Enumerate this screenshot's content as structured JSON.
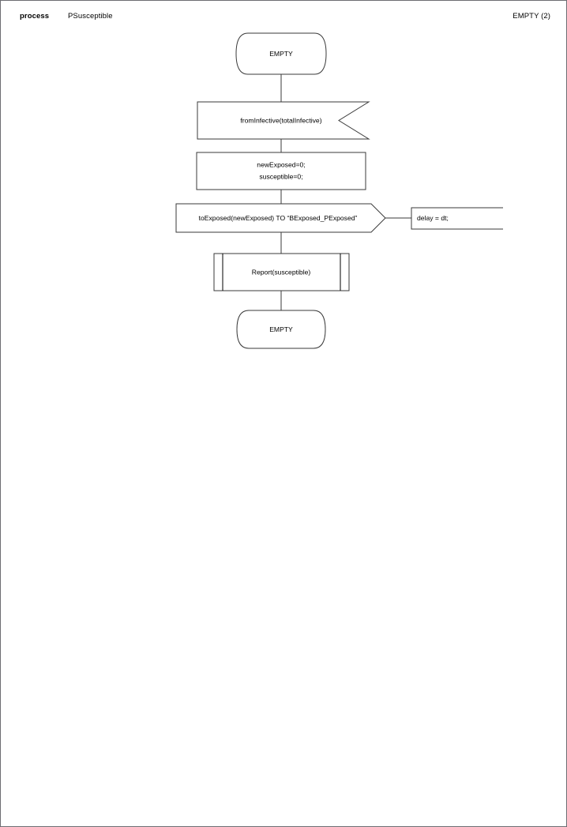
{
  "header": {
    "keyword": "process",
    "process_name": "PSusceptible",
    "right_label": "EMPTY (2)"
  },
  "diagram": {
    "type": "flowchart",
    "orientation": "top-to-bottom",
    "nodes": [
      {
        "id": "start",
        "shape": "terminator",
        "label": "EMPTY"
      },
      {
        "id": "receive",
        "shape": "input-flag",
        "label": "fromInfective(totalInfective)"
      },
      {
        "id": "assign",
        "shape": "rectangle",
        "line1": "newExposed=0;",
        "line2": "susceptible=0;"
      },
      {
        "id": "send",
        "shape": "output-pentagon",
        "label": "toExposed(newExposed) TO “BExposed_PExposed”"
      },
      {
        "id": "comment",
        "shape": "annotation-bracket",
        "label": "delay = dt;"
      },
      {
        "id": "call",
        "shape": "predefined-process",
        "label": "Report(susceptible)"
      },
      {
        "id": "end",
        "shape": "terminator",
        "label": "EMPTY"
      }
    ],
    "edges": [
      {
        "from": "start",
        "to": "receive"
      },
      {
        "from": "receive",
        "to": "assign"
      },
      {
        "from": "assign",
        "to": "send"
      },
      {
        "from": "send",
        "to": "comment"
      },
      {
        "from": "send",
        "to": "call"
      },
      {
        "from": "call",
        "to": "end"
      }
    ]
  },
  "colors": {
    "stroke": "#3a3a3a",
    "page_border": "#6d6d72",
    "background": "#ffffff",
    "text": "#000000"
  }
}
